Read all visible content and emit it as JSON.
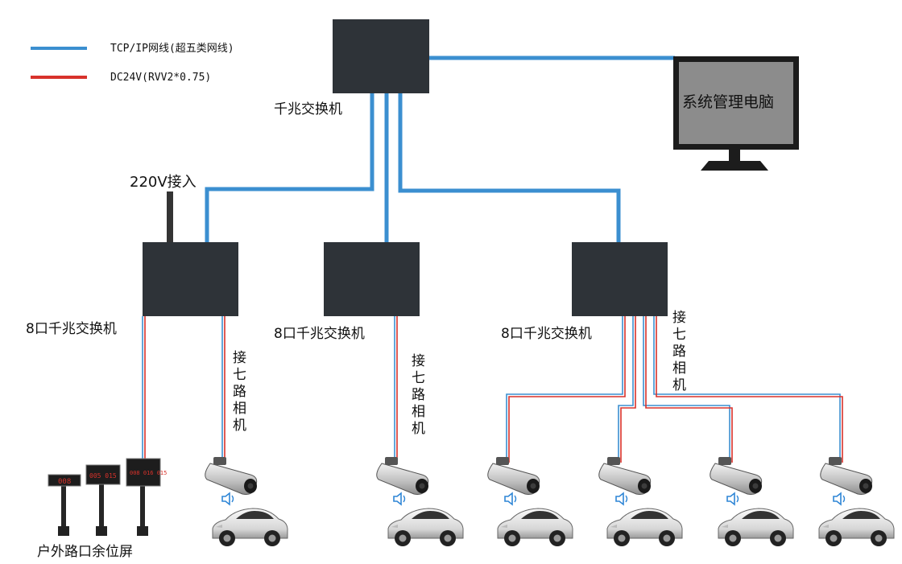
{
  "legend": {
    "items": [
      {
        "label": "TCP/IP网线(超五类网线)",
        "color": "#3b8fd0"
      },
      {
        "label": "DC24V(RVV2*0.75)",
        "color": "#d8322b"
      }
    ]
  },
  "colors": {
    "network_line": "#3b8fd0",
    "power_line": "#d8322b",
    "switch_body": "#2e3338",
    "monitor_frame": "#1c1c1c",
    "monitor_screen": "#8c8c8c"
  },
  "core_switch": {
    "label": "千兆交换机"
  },
  "management_pc": {
    "label": "系统管理电脑"
  },
  "power_input": {
    "label": "220V接入"
  },
  "switches": [
    {
      "label": "8口千兆交换机",
      "camera_note": "接七路相机"
    },
    {
      "label": "8口千兆交换机",
      "camera_note": "接七路相机"
    },
    {
      "label": "8口千兆交换机",
      "camera_note": "接七路相机"
    }
  ],
  "displays": {
    "label": "户外路口余位屏",
    "screens": [
      {
        "text": "008"
      },
      {
        "text": "005 015"
      },
      {
        "text": "008 016 015"
      }
    ]
  },
  "icons": {
    "camera": "bullet-camera-icon",
    "speaker": "speaker-icon",
    "car": "sports-car-icon",
    "monitor": "monitor-icon"
  }
}
